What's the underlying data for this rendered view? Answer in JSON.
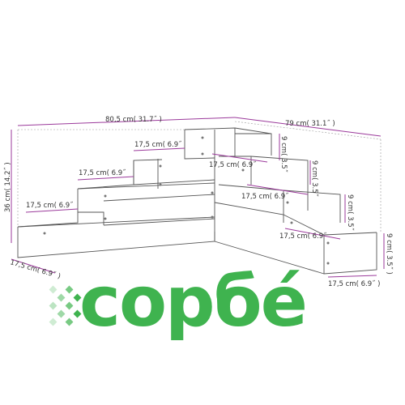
{
  "dimensions": {
    "total_width": "80,5 cm( 31.7˝ )",
    "total_depth": "79 cm( 31.1˝ )",
    "height": "36 cm( 14.2˝ )",
    "step_front_1": "17,5 cm( 6.9˝",
    "step_front_2": "17,5 cm( 6.9˝",
    "step_front_3": "17,5 cm( 6.9˝",
    "step_side_1": "17,5 cm( 6.9˝",
    "step_side_2": "17,5 cm( 6.9˝",
    "step_side_3": "17,5 cm( 6.9˝",
    "bottom_left": "17,5 cm( 6.9˝ )",
    "bottom_right": "17,5 cm( 6.9˝ )",
    "tier_h_1": "9 cm( 3.5˝",
    "tier_h_2": "9 cm( 3.5˝",
    "tier_h_3": "9 cm( 3.5˝",
    "tier_h_4": "9 cm( 3.5˝ )"
  },
  "brand": {
    "name": "сopбé"
  },
  "colors": {
    "dimension_line": "#9b3a9b",
    "outline": "#555555",
    "brand_green": "#3fb34f"
  }
}
